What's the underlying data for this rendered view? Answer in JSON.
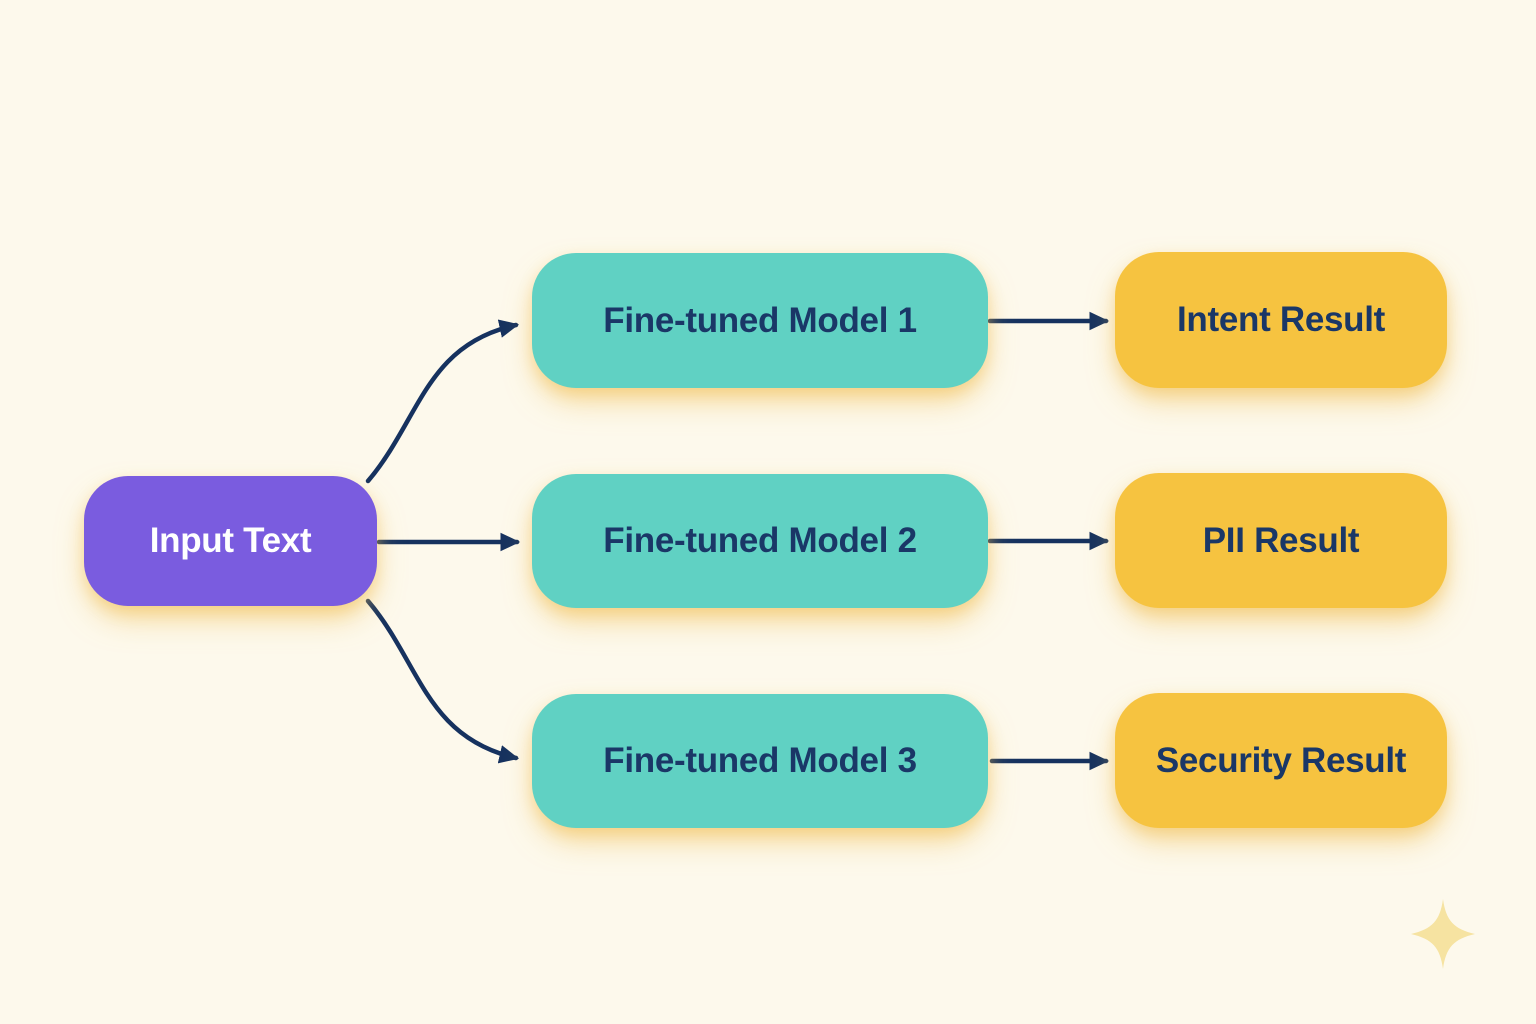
{
  "diagram": {
    "background_color": "#FDF9EC",
    "connector_color": "#16325F",
    "nodes": {
      "input": {
        "label": "Input Text",
        "color": "#7A5CDF",
        "text_color": "#FFFFFF"
      },
      "model1": {
        "label": "Fine-tuned Model 1",
        "color": "#60D1C3",
        "text_color": "#1A3767"
      },
      "model2": {
        "label": "Fine-tuned Model 2",
        "color": "#60D1C3",
        "text_color": "#1A3767"
      },
      "model3": {
        "label": "Fine-tuned Model 3",
        "color": "#60D1C3",
        "text_color": "#1A3767"
      },
      "intent": {
        "label": "Intent Result",
        "color": "#F6C340",
        "text_color": "#1A3767"
      },
      "pii": {
        "label": "PII Result",
        "color": "#F6C340",
        "text_color": "#1A3767"
      },
      "security": {
        "label": "Security Result",
        "color": "#F6C340",
        "text_color": "#1A3767"
      }
    },
    "edges": [
      {
        "from": "input",
        "to": "model1"
      },
      {
        "from": "input",
        "to": "model2"
      },
      {
        "from": "input",
        "to": "model3"
      },
      {
        "from": "model1",
        "to": "intent"
      },
      {
        "from": "model2",
        "to": "pii"
      },
      {
        "from": "model3",
        "to": "security"
      }
    ],
    "decorations": {
      "sparkle_color": "#F6E3A1"
    }
  }
}
